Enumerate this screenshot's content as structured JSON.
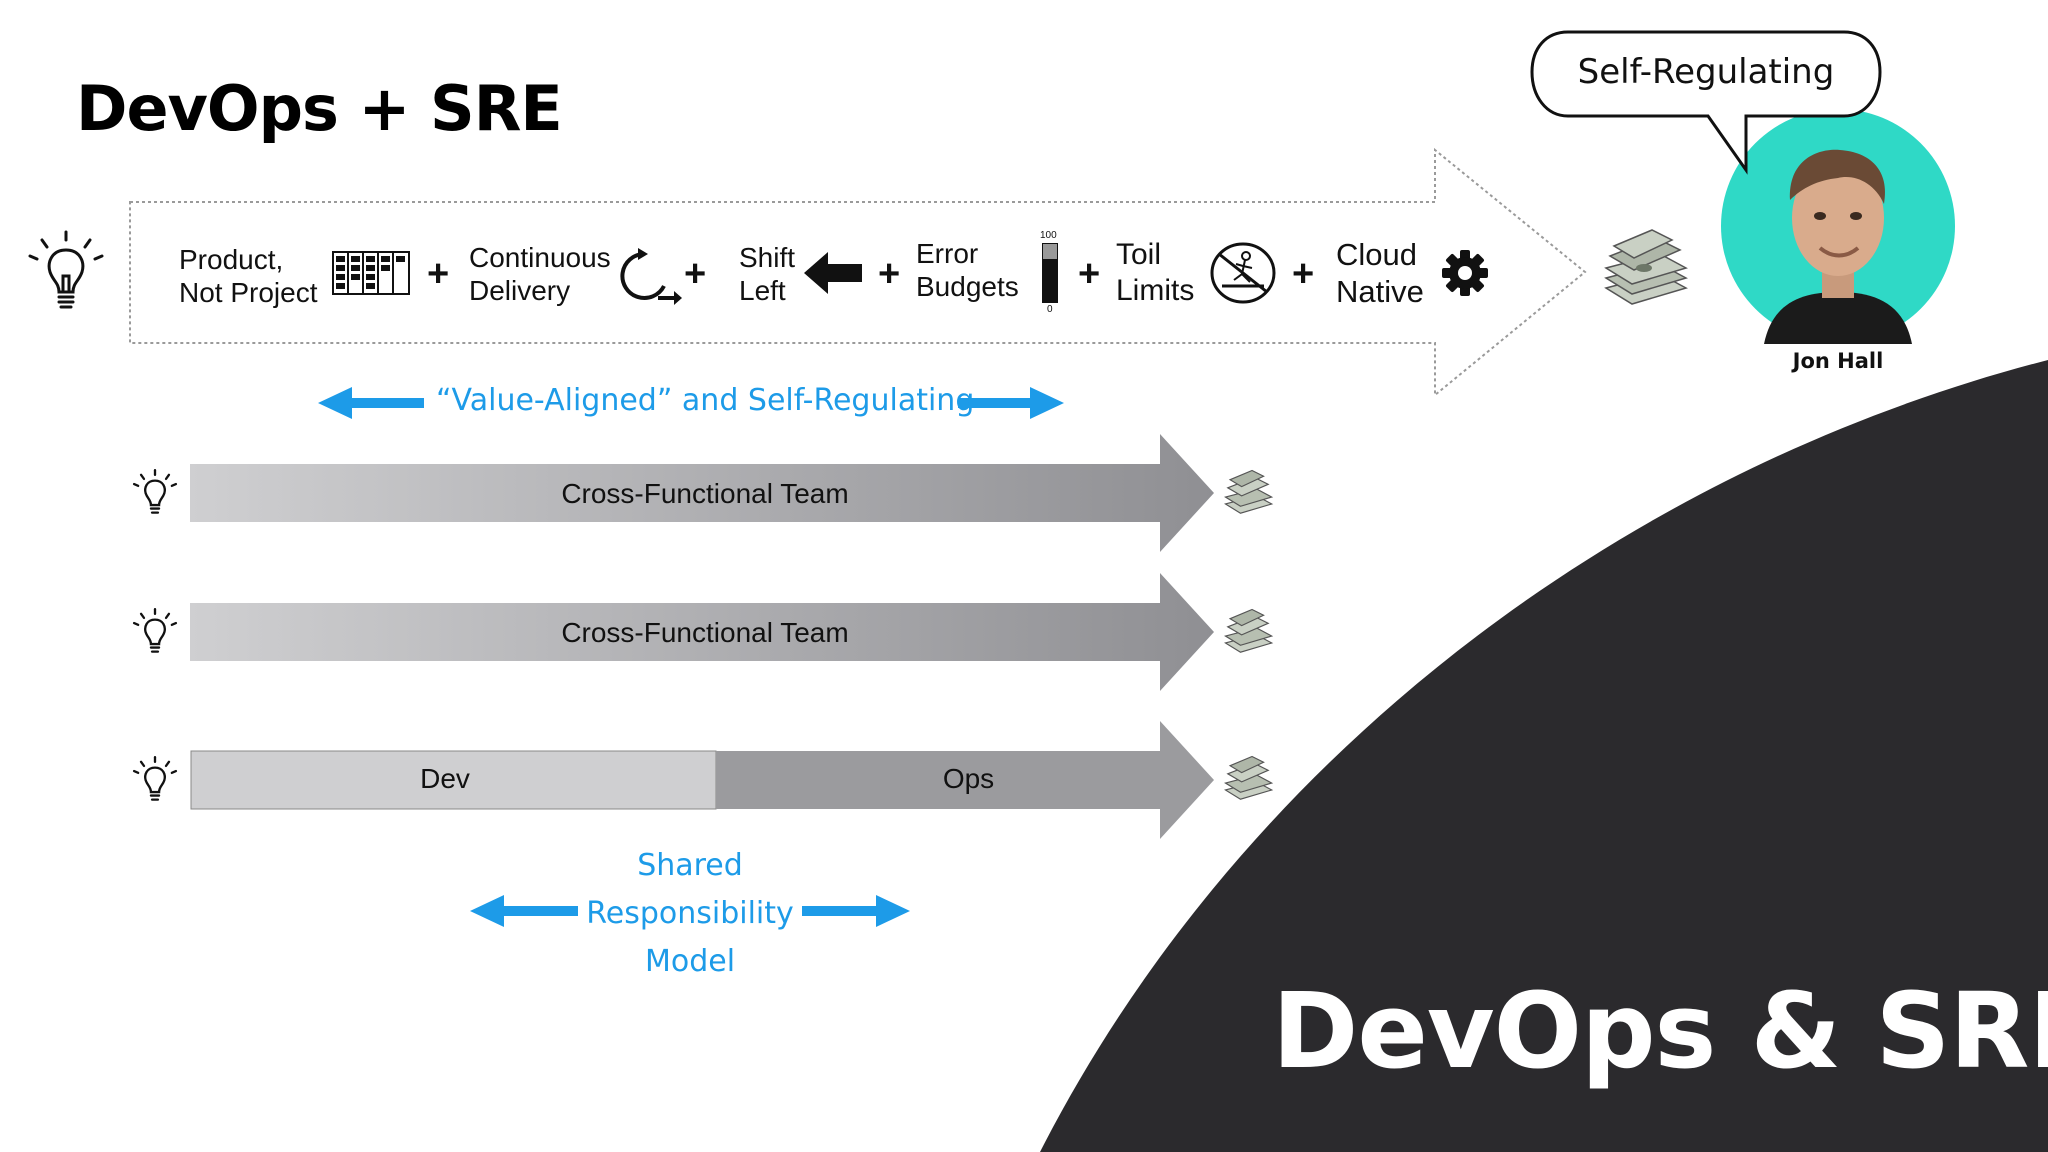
{
  "slide": {
    "title": "DevOps + SRE",
    "footer_title": "DevOps & SRE"
  },
  "flow": {
    "items": [
      {
        "line1": "Product,",
        "line2": "Not Project",
        "icon": "kanban-board-icon"
      },
      {
        "line1": "Continuous",
        "line2": "Delivery",
        "icon": "cycle-arrow-icon"
      },
      {
        "line1": "Shift",
        "line2": "Left",
        "icon": "left-arrow-icon"
      },
      {
        "line1": "Error",
        "line2": "Budgets",
        "icon": "thermometer-gauge-icon",
        "gauge_max": "100",
        "gauge_min": "0"
      },
      {
        "line1": "Toil",
        "line2": "Limits",
        "icon": "no-treadmill-icon"
      },
      {
        "line1": "Cloud",
        "line2": "Native",
        "icon": "gear-icon"
      }
    ],
    "plus": "+"
  },
  "value_aligned": "“Value-Aligned” and Self-Regulating",
  "teams": [
    {
      "label": "Cross-Functional Team"
    },
    {
      "label": "Cross-Functional Team"
    }
  ],
  "split": {
    "dev": "Dev",
    "ops": "Ops"
  },
  "shared": {
    "line1": "Shared",
    "line2": "Responsibility",
    "line3": "Model"
  },
  "speaker": {
    "bubble": "Self-Regulating",
    "name": "Jon Hall",
    "avatar_bg": "#2fd9c6"
  },
  "colors": {
    "accent": "#1d9be8",
    "dark": "#2b2a2d"
  }
}
